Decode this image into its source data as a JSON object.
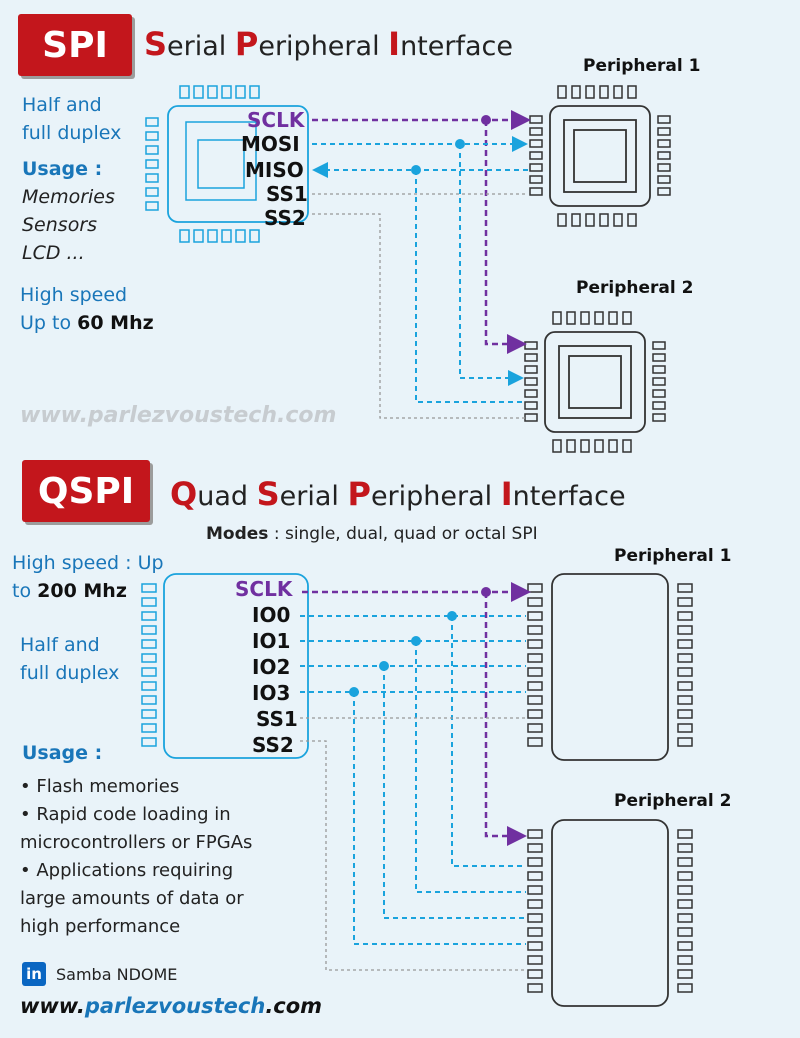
{
  "spi": {
    "badge": "SPI",
    "title": {
      "c1": "S",
      "w1": "erial ",
      "c2": "P",
      "w2": "eripheral ",
      "c3": "I",
      "w3": "nterface"
    },
    "duplex_line1": "Half and",
    "duplex_line2": "full duplex",
    "usage_label": "Usage :",
    "usage_items": [
      "Memories",
      "Sensors",
      "LCD ..."
    ],
    "speed_line1": "High speed",
    "speed_prefix": "Up to ",
    "speed_value": "60 Mhz",
    "signals": [
      "SCLK",
      "MOSI",
      "MISO",
      "SS1",
      "SS2"
    ],
    "peripheral_1": "Peripheral 1",
    "peripheral_2": "Peripheral 2",
    "watermark": "www.parlezvoustech.com"
  },
  "qspi": {
    "badge": "QSPI",
    "title": {
      "c1": "Q",
      "w1": "uad ",
      "c2": "S",
      "w2": "erial ",
      "c3": "P",
      "w3": "eripheral ",
      "c4": "I",
      "w4": "nterface"
    },
    "modes_label": "Modes",
    "modes_text": " : single, dual, quad or octal SPI",
    "speed_line1": "High speed : Up",
    "speed_prefix": "to ",
    "speed_value": "200 Mhz",
    "duplex_line1": "Half and",
    "duplex_line2": "full duplex",
    "usage_label": "Usage :",
    "usage_lines": [
      "• Flash memories",
      "• Rapid code loading in",
      "microcontrollers or FPGAs",
      "• Applications requiring",
      "large amounts of data or",
      "high performance"
    ],
    "signals": [
      "SCLK",
      "IO0",
      "IO1",
      "IO2",
      "IO3",
      "SS1",
      "SS2"
    ],
    "peripheral_1": "Peripheral 1",
    "peripheral_2": "Peripheral 2"
  },
  "footer": {
    "linkedin_icon_text": "in",
    "author": "Samba NDOME",
    "url_prefix": "www.",
    "url_accent": "parlezvoustech",
    "url_suffix": ".com"
  },
  "colors": {
    "red": "#c3161c",
    "blue": "#1976b9",
    "cyan_line": "#1aa3dd",
    "purple": "#7030a0",
    "gray_line": "#999999",
    "background": "#e9f3f9"
  }
}
